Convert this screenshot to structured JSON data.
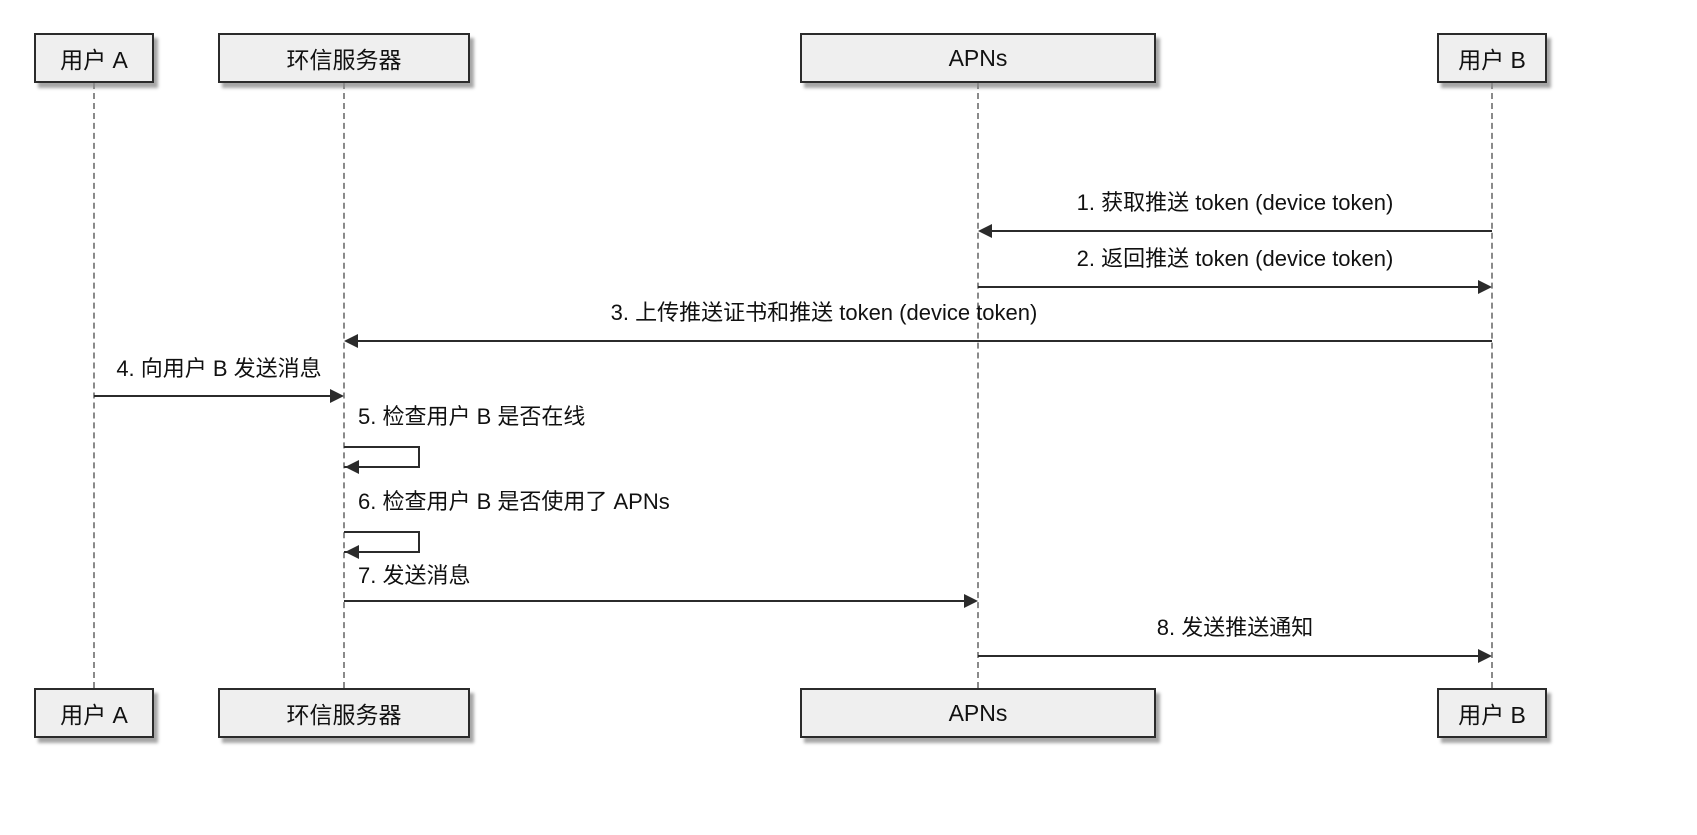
{
  "diagram": {
    "type": "sequence",
    "actors": [
      {
        "id": "user-a",
        "label": "用户 A"
      },
      {
        "id": "huanxin-server",
        "label": "环信服务器"
      },
      {
        "id": "apns",
        "label": "APNs"
      },
      {
        "id": "user-b",
        "label": "用户 B"
      }
    ],
    "messages": [
      {
        "seq": 1,
        "label": "1. 获取推送 token (device token)",
        "from": "user-b",
        "to": "apns"
      },
      {
        "seq": 2,
        "label": "2. 返回推送 token (device token)",
        "from": "apns",
        "to": "user-b"
      },
      {
        "seq": 3,
        "label": "3. 上传推送证书和推送 token (device token)",
        "from": "user-b",
        "to": "huanxin-server"
      },
      {
        "seq": 4,
        "label": "4. 向用户 B 发送消息",
        "from": "user-a",
        "to": "huanxin-server"
      },
      {
        "seq": 5,
        "label": "5. 检查用户 B 是否在线",
        "from": "huanxin-server",
        "to": "huanxin-server",
        "self": true
      },
      {
        "seq": 6,
        "label": "6. 检查用户 B 是否使用了 APNs",
        "from": "huanxin-server",
        "to": "huanxin-server",
        "self": true
      },
      {
        "seq": 7,
        "label": "7. 发送消息",
        "from": "huanxin-server",
        "to": "apns"
      },
      {
        "seq": 8,
        "label": "8. 发送推送通知",
        "from": "apns",
        "to": "user-b"
      }
    ],
    "colors": {
      "background": "#ffffff",
      "box_fill": "#efefef",
      "box_border": "#2b2b2b",
      "lifeline": "#8a8a8a",
      "arrow": "#2b2b2b",
      "text": "#111111"
    }
  }
}
